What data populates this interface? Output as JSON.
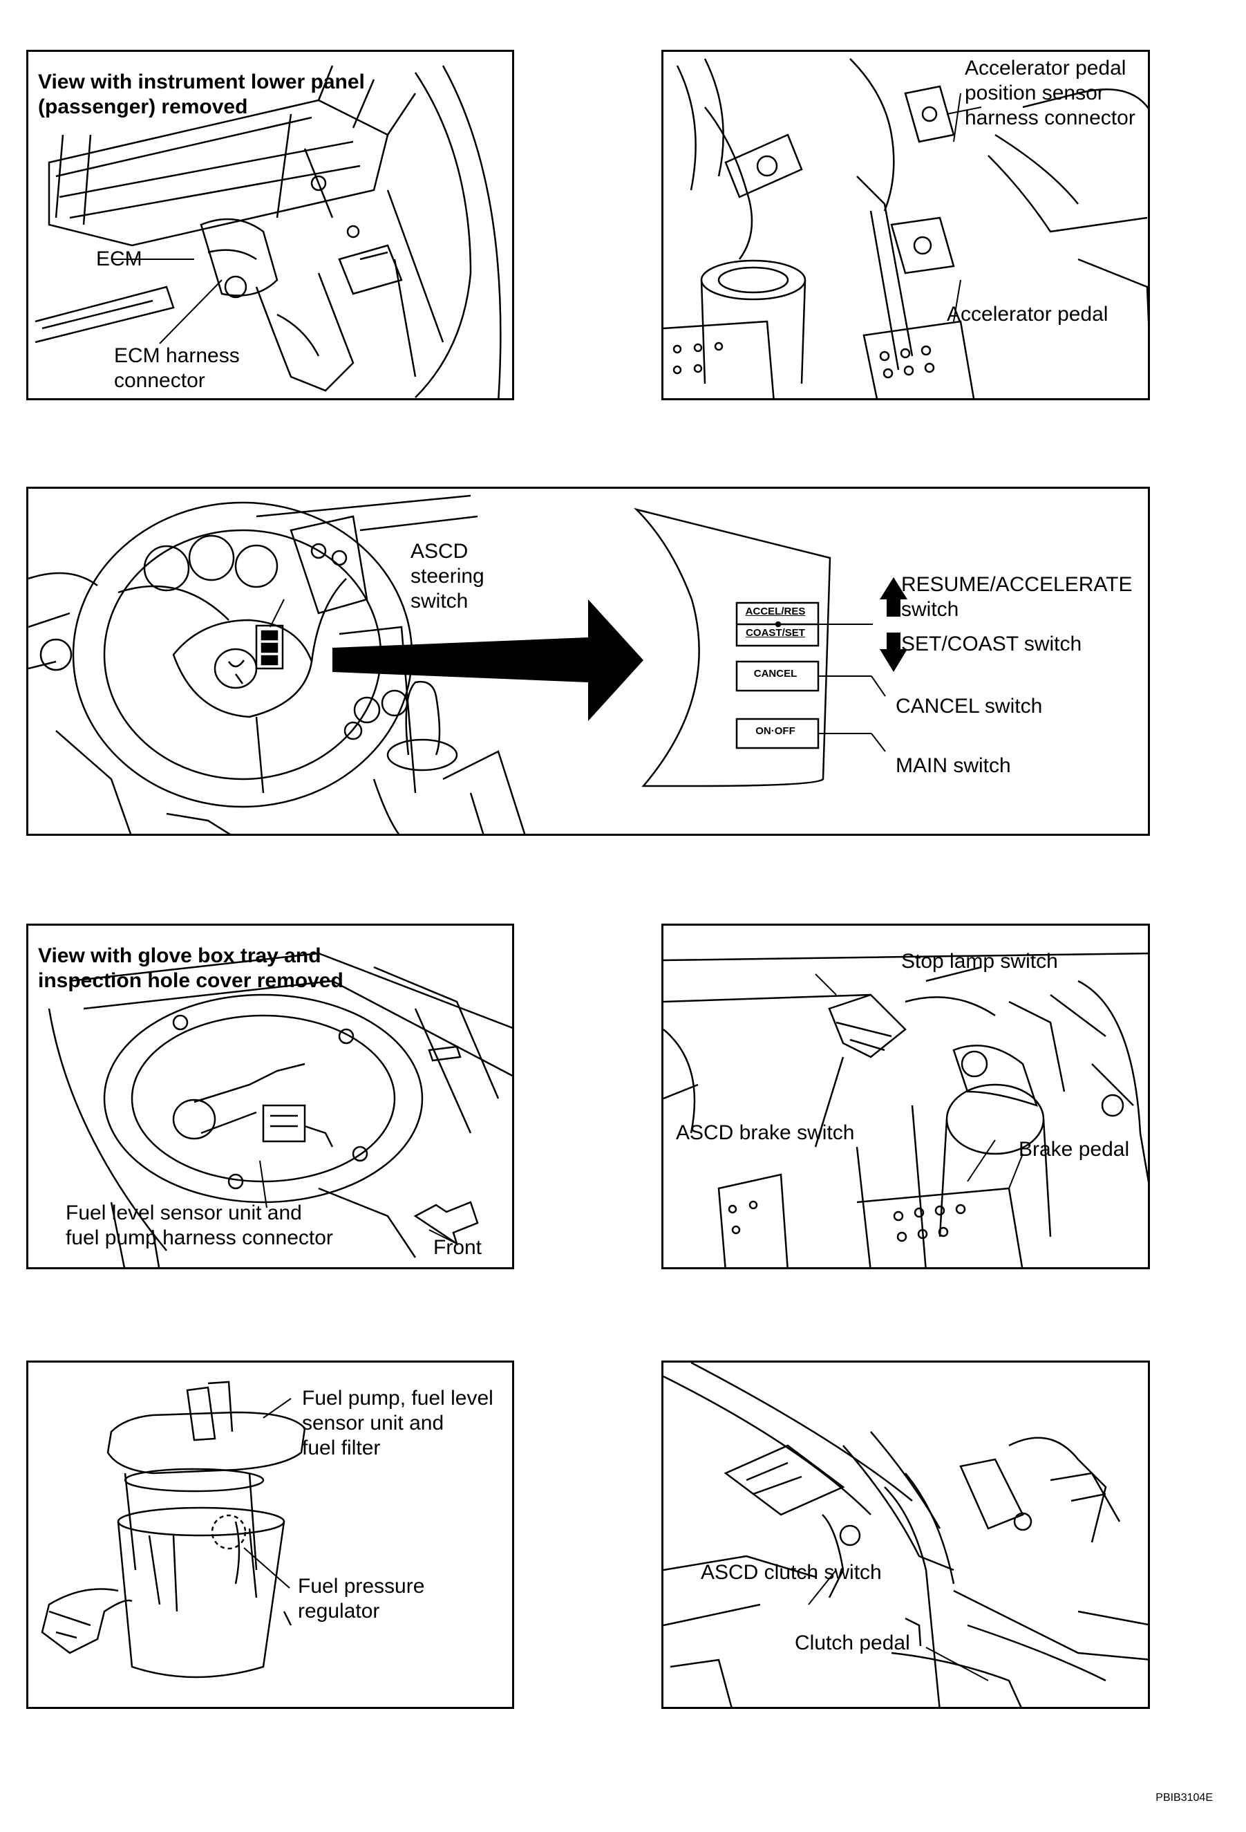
{
  "figure_code": "PBIB3104E",
  "panels": {
    "ecm": {
      "view_note_line1": "View with instrument lower panel",
      "view_note_line2": "(passenger) removed",
      "ecm_label": "ECM",
      "harness_line1": "ECM harness",
      "harness_line2": "connector"
    },
    "accel": {
      "sensor_line1": "Accelerator pedal",
      "sensor_line2": "position sensor",
      "sensor_line3": "harness connector",
      "pedal_label": "Accelerator pedal"
    },
    "ascd_switch": {
      "steering_line1": "ASCD",
      "steering_line2": "steering",
      "steering_line3": "switch",
      "btn_accel_res": "ACCEL/RES",
      "btn_coast_set": "COAST/SET",
      "btn_cancel": "CANCEL",
      "btn_onoff": "ON·OFF",
      "resume_line1": "RESUME/ACCELERATE",
      "resume_line2": "switch",
      "set_coast": "SET/COAST switch",
      "cancel_switch": "CANCEL switch",
      "main_switch": "MAIN switch"
    },
    "fuel_level": {
      "view_note_line1": "View with glove box tray and",
      "view_note_line2": "inspection hole cover removed",
      "connector_line1": "Fuel level sensor unit and",
      "connector_line2": "fuel pump harness connector",
      "front_label": "Front"
    },
    "brake": {
      "stop_lamp": "Stop lamp switch",
      "asc_brake": "ASCD brake switch",
      "brake_pedal": "Brake pedal"
    },
    "fuel_pump": {
      "pump_line1": "Fuel pump, fuel level",
      "pump_line2": "sensor unit and",
      "pump_line3": "fuel filter",
      "regulator_line1": "Fuel pressure",
      "regulator_line2": "regulator"
    },
    "clutch": {
      "asc_clutch": "ASCD clutch switch",
      "clutch_pedal": "Clutch pedal"
    }
  }
}
